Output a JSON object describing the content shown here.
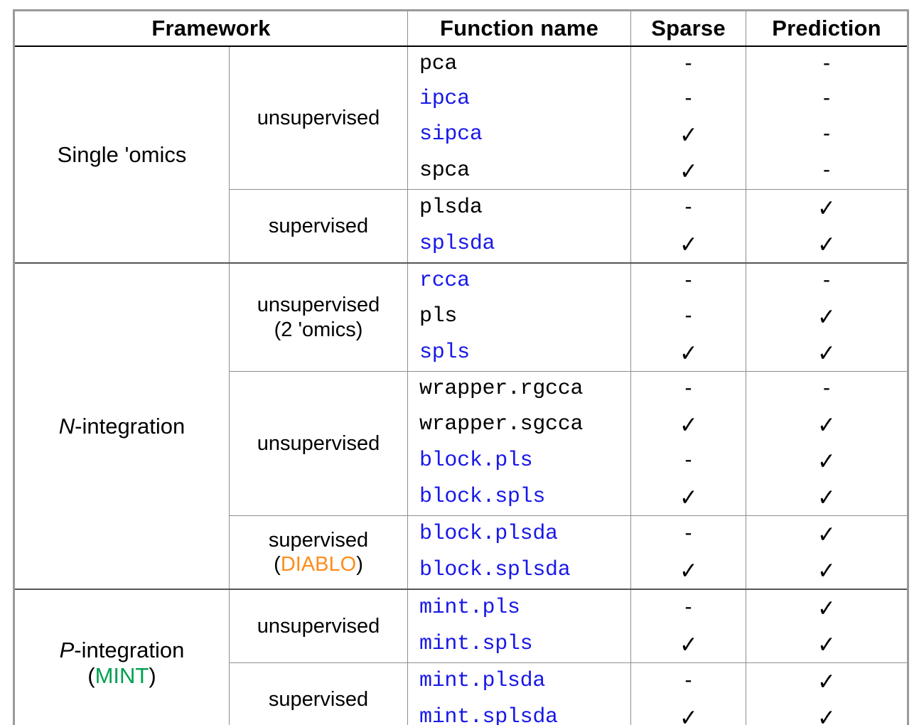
{
  "table": {
    "headers": [
      {
        "label": "Framework",
        "colspan": 2
      },
      {
        "label": "Function name",
        "colspan": 1
      },
      {
        "label": "Sparse",
        "colspan": 1
      },
      {
        "label": "Prediction",
        "colspan": 1
      }
    ],
    "marks": {
      "yes": "✓",
      "no": "-"
    },
    "colors": {
      "function_blue": "#1818e8",
      "function_black": "#000000",
      "diablo_orange": "#FF8C1A",
      "mint_green": "#00A050",
      "rule": "#8e8e8e",
      "major_rule": "#555555"
    },
    "groups": [
      {
        "framework": {
          "lines": [
            "Single 'omics"
          ],
          "italic_prefix": "",
          "accent": "",
          "accent_color": ""
        },
        "subgroups": [
          {
            "mode": {
              "lines": [
                "unsupervised"
              ]
            },
            "rows": [
              {
                "fn": "pca",
                "color": "black",
                "sparse": "-",
                "prediction": "-"
              },
              {
                "fn": "ipca",
                "color": "blue",
                "sparse": "-",
                "prediction": "-"
              },
              {
                "fn": "sipca",
                "color": "blue",
                "sparse": "✓",
                "prediction": "-"
              },
              {
                "fn": "spca",
                "color": "black",
                "sparse": "✓",
                "prediction": "-"
              }
            ]
          },
          {
            "mode": {
              "lines": [
                "supervised"
              ]
            },
            "rows": [
              {
                "fn": "plsda",
                "color": "black",
                "sparse": "-",
                "prediction": "✓"
              },
              {
                "fn": "splsda",
                "color": "blue",
                "sparse": "✓",
                "prediction": "✓"
              }
            ]
          }
        ]
      },
      {
        "framework": {
          "lines": [
            "-integration"
          ],
          "italic_prefix": "N",
          "accent": "",
          "accent_color": ""
        },
        "subgroups": [
          {
            "mode": {
              "lines": [
                "unsupervised",
                "(2 'omics)"
              ]
            },
            "rows": [
              {
                "fn": "rcca",
                "color": "blue",
                "sparse": "-",
                "prediction": "-"
              },
              {
                "fn": "pls",
                "color": "black",
                "sparse": "-",
                "prediction": "✓"
              },
              {
                "fn": "spls",
                "color": "blue",
                "sparse": "✓",
                "prediction": "✓"
              }
            ]
          },
          {
            "mode": {
              "lines": [
                "unsupervised"
              ]
            },
            "rows": [
              {
                "fn": "wrapper.rgcca",
                "color": "black",
                "sparse": "-",
                "prediction": "-"
              },
              {
                "fn": "wrapper.sgcca",
                "color": "black",
                "sparse": "✓",
                "prediction": "✓"
              },
              {
                "fn": "block.pls",
                "color": "blue",
                "sparse": "-",
                "prediction": "✓"
              },
              {
                "fn": "block.spls",
                "color": "blue",
                "sparse": "✓",
                "prediction": "✓"
              }
            ]
          },
          {
            "mode": {
              "lines": [
                "supervised",
                "(DIABLO)"
              ],
              "accent": "DIABLO",
              "accent_color": "#FF8C1A"
            },
            "rows": [
              {
                "fn": "block.plsda",
                "color": "blue",
                "sparse": "-",
                "prediction": "✓"
              },
              {
                "fn": "block.splsda",
                "color": "blue",
                "sparse": "✓",
                "prediction": "✓"
              }
            ]
          }
        ]
      },
      {
        "framework": {
          "lines": [
            "-integration",
            "(MINT)"
          ],
          "italic_prefix": "P",
          "accent": "MINT",
          "accent_color": "#00A050"
        },
        "subgroups": [
          {
            "mode": {
              "lines": [
                "unsupervised"
              ]
            },
            "rows": [
              {
                "fn": "mint.pls",
                "color": "blue",
                "sparse": "-",
                "prediction": "✓"
              },
              {
                "fn": "mint.spls",
                "color": "blue",
                "sparse": "✓",
                "prediction": "✓"
              }
            ]
          },
          {
            "mode": {
              "lines": [
                "supervised"
              ]
            },
            "rows": [
              {
                "fn": "mint.plsda",
                "color": "blue",
                "sparse": "-",
                "prediction": "✓"
              },
              {
                "fn": "mint.splsda",
                "color": "blue",
                "sparse": "✓",
                "prediction": "✓"
              }
            ]
          }
        ]
      }
    ]
  }
}
